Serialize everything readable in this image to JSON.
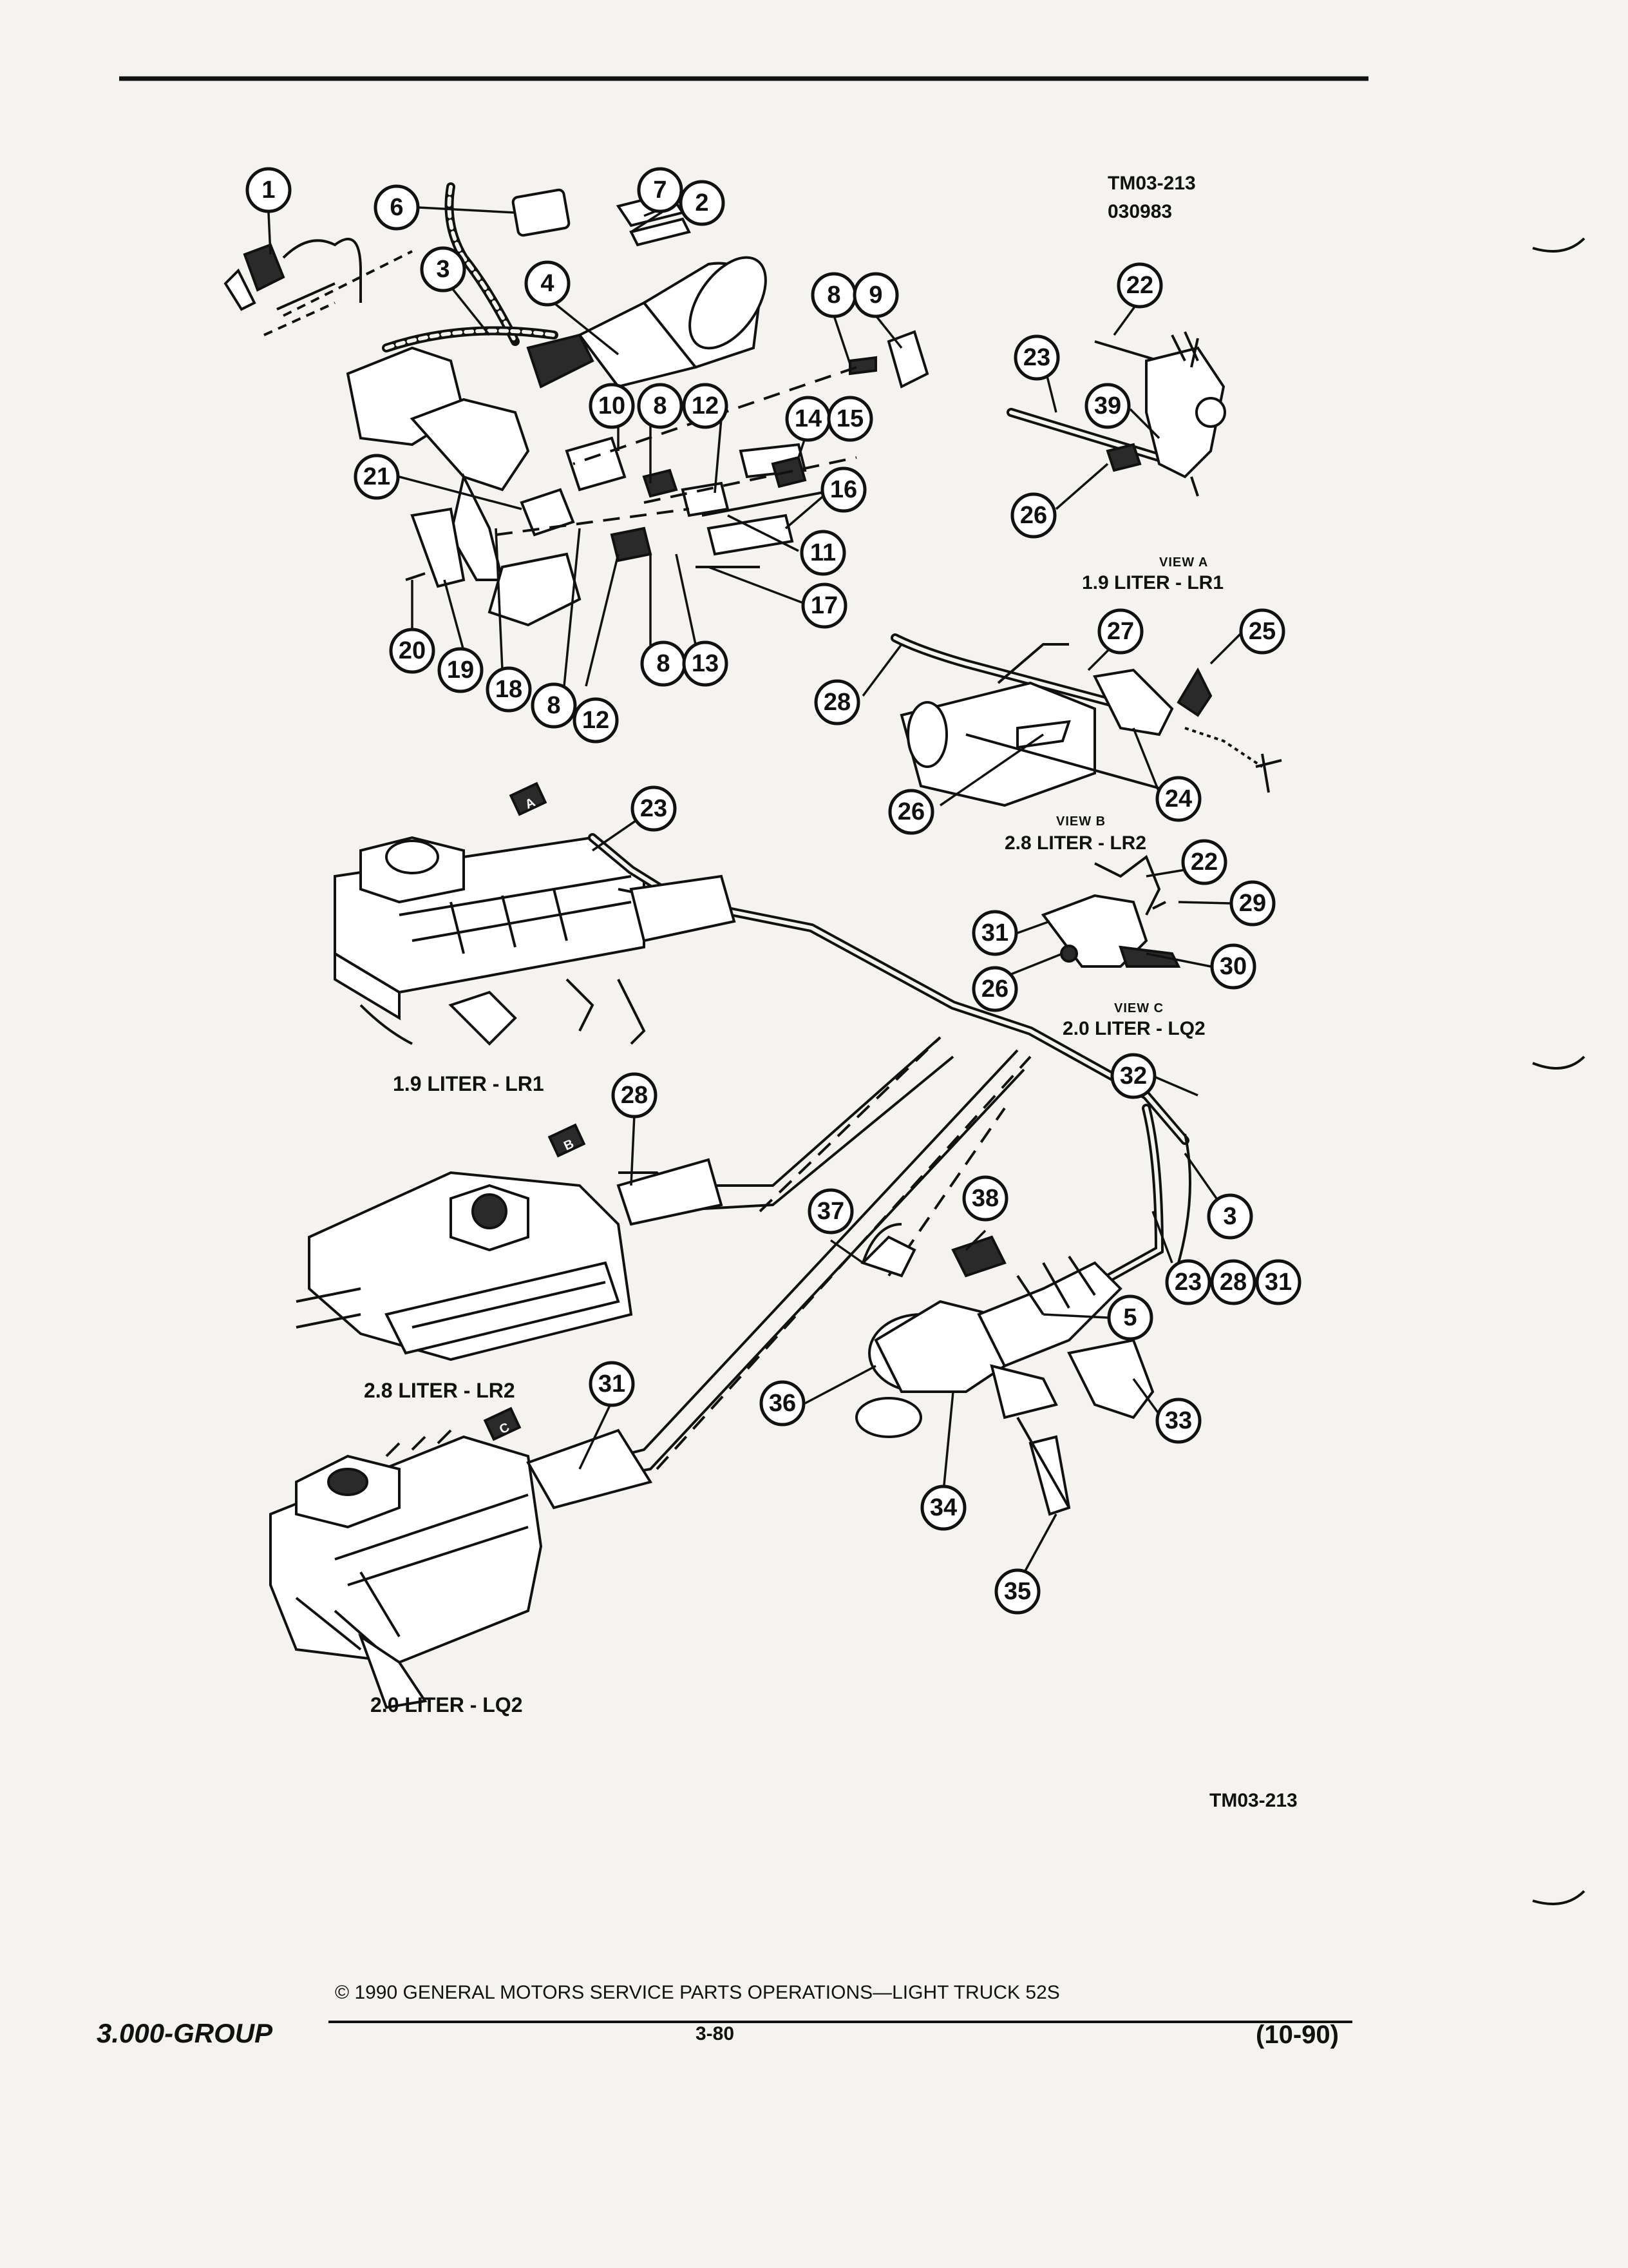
{
  "figure": {
    "id_top": "TM03-213",
    "id_date": "030983",
    "id_bottom": "TM03-213"
  },
  "views": {
    "a": {
      "title": "VIEW A",
      "engine": "1.9 LITER - LR1"
    },
    "b": {
      "title": "VIEW B",
      "engine": "2.8 LITER - LR2"
    },
    "c": {
      "title": "VIEW C",
      "engine": "2.0 LITER - LQ2"
    }
  },
  "engines": {
    "lr1": "1.9 LITER - LR1",
    "lr2": "2.8 LITER - LR2",
    "lq2": "2.0 LITER - LQ2"
  },
  "view_markers": {
    "a": "A",
    "b": "B",
    "c": "C"
  },
  "callouts": [
    "1",
    "2",
    "3",
    "4",
    "5",
    "6",
    "7",
    "8",
    "9",
    "10",
    "11",
    "12",
    "13",
    "14",
    "15",
    "16",
    "17",
    "18",
    "19",
    "20",
    "21",
    "22",
    "23",
    "24",
    "25",
    "26",
    "27",
    "28",
    "29",
    "30",
    "31",
    "32",
    "33",
    "34",
    "35",
    "36",
    "37",
    "38",
    "39"
  ],
  "footer": {
    "group": "3.000-GROUP",
    "copyright": "© 1990  GENERAL MOTORS SERVICE PARTS OPERATIONS—LIGHT TRUCK 52S",
    "page": "3-80",
    "date": "(10-90)"
  }
}
